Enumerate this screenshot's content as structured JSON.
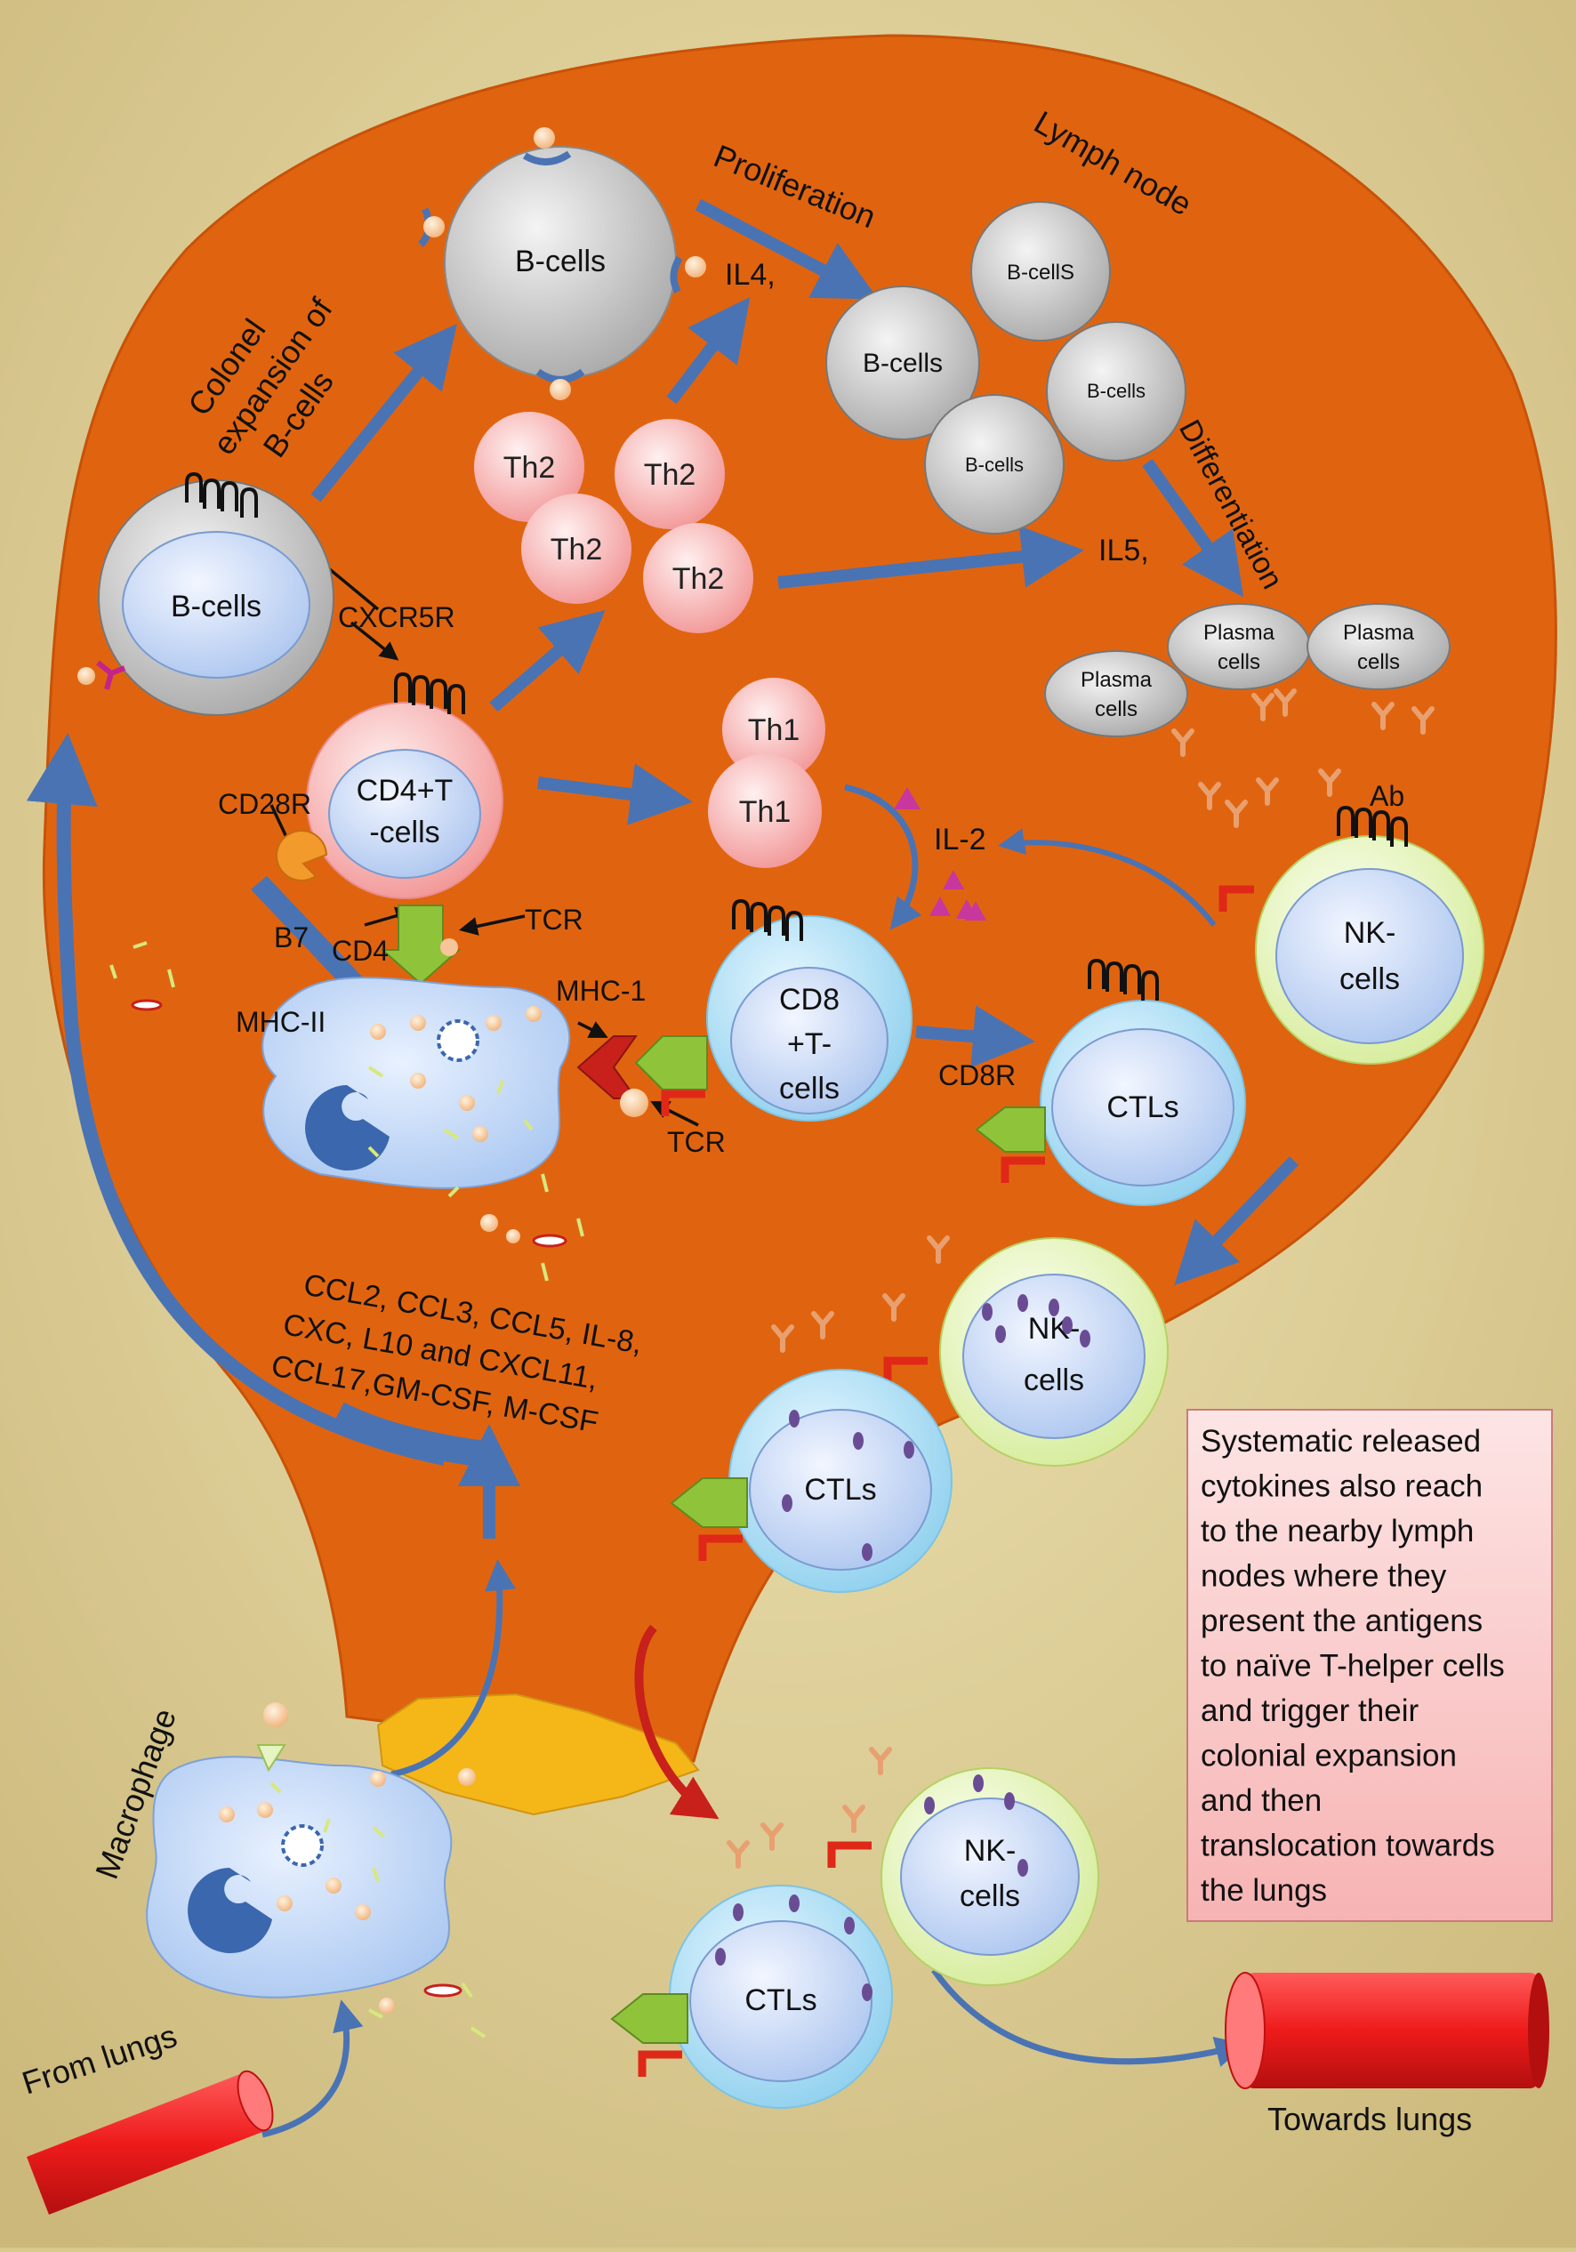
{
  "title_node": "Lymph node",
  "b_cells": {
    "big": "B-cells",
    "small_left": "B-cells",
    "cluster": [
      "B-cellS",
      "B-cells",
      "B-cells",
      "B-cells"
    ]
  },
  "th2": [
    "Th2",
    "Th2",
    "Th2",
    "Th2"
  ],
  "th1": [
    "Th1",
    "Th1"
  ],
  "cd4": [
    "CD4+T",
    "-cells"
  ],
  "cd8": [
    "CD8",
    "+T-",
    "cells"
  ],
  "plasma": [
    [
      "Plasma",
      "cells"
    ],
    [
      "Plasma",
      "cells"
    ],
    [
      "Plasma",
      "cells"
    ]
  ],
  "labels": {
    "colonel": [
      "Colonel",
      "expansion of",
      "B-cells"
    ],
    "proliferation": "Proliferation",
    "differentiation": "Differentiation",
    "il4": "IL4,",
    "il5": "IL5,",
    "il2": "IL-2",
    "ab": "Ab",
    "cxcr5r": "CXCR5R",
    "cd28r": "CD28R",
    "b7": "B7",
    "cd4": "CD4",
    "tcr_top": "TCR",
    "mhc2": "MHC-II",
    "mhc1": "MHC-1",
    "tcr_bottom": "TCR",
    "cd8r": "CD8R",
    "macrophage": "Macrophage",
    "from_lungs": "From lungs",
    "towards_lungs": "Towards lungs"
  },
  "ctl": [
    "CTLs",
    "CTLs",
    "CTLs"
  ],
  "nk": [
    [
      "NK-",
      "cells"
    ],
    [
      "NK-",
      "cells"
    ],
    [
      "NK-",
      "cells"
    ]
  ],
  "cytokines": [
    "CCL2, CCL3, CCL5, IL-8,",
    "CXC, L10 and CXCL11,",
    "CCL17,GM-CSF, M-CSF"
  ],
  "note": [
    "Systematic released",
    "cytokines also reach",
    "to the nearby lymph",
    "nodes where they",
    "present the antigens",
    "to naïve T-helper cells",
    "and trigger their",
    "colonial expansion",
    "and then",
    "translocation towards",
    "the lungs"
  ],
  "colors": {
    "node": "#e0640f",
    "background": "#d8c98c",
    "arrow": "#4a73b4",
    "b_cell": "#d0d0d0",
    "th": "#f4a6a6",
    "ctl": "#b8def0",
    "nk": "#e9f5c4",
    "vessel": "#ee1b1b",
    "note": "#fbd2d2"
  }
}
